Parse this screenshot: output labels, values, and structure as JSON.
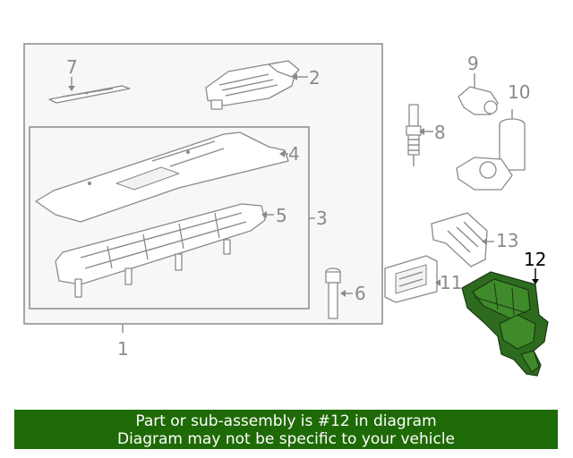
{
  "callouts": {
    "c1": "1",
    "c2": "2",
    "c3": "3",
    "c4": "4",
    "c5": "5",
    "c6": "6",
    "c7": "7",
    "c8": "8",
    "c9": "9",
    "c10": "10",
    "c11": "11",
    "c12": "12",
    "c13": "13"
  },
  "highlight_color": "#2f6b1f",
  "banner": {
    "line1": "Part or sub-assembly is #12 in diagram",
    "line2": "Diagram may not be specific to your vehicle",
    "color": "#1e6a06"
  }
}
